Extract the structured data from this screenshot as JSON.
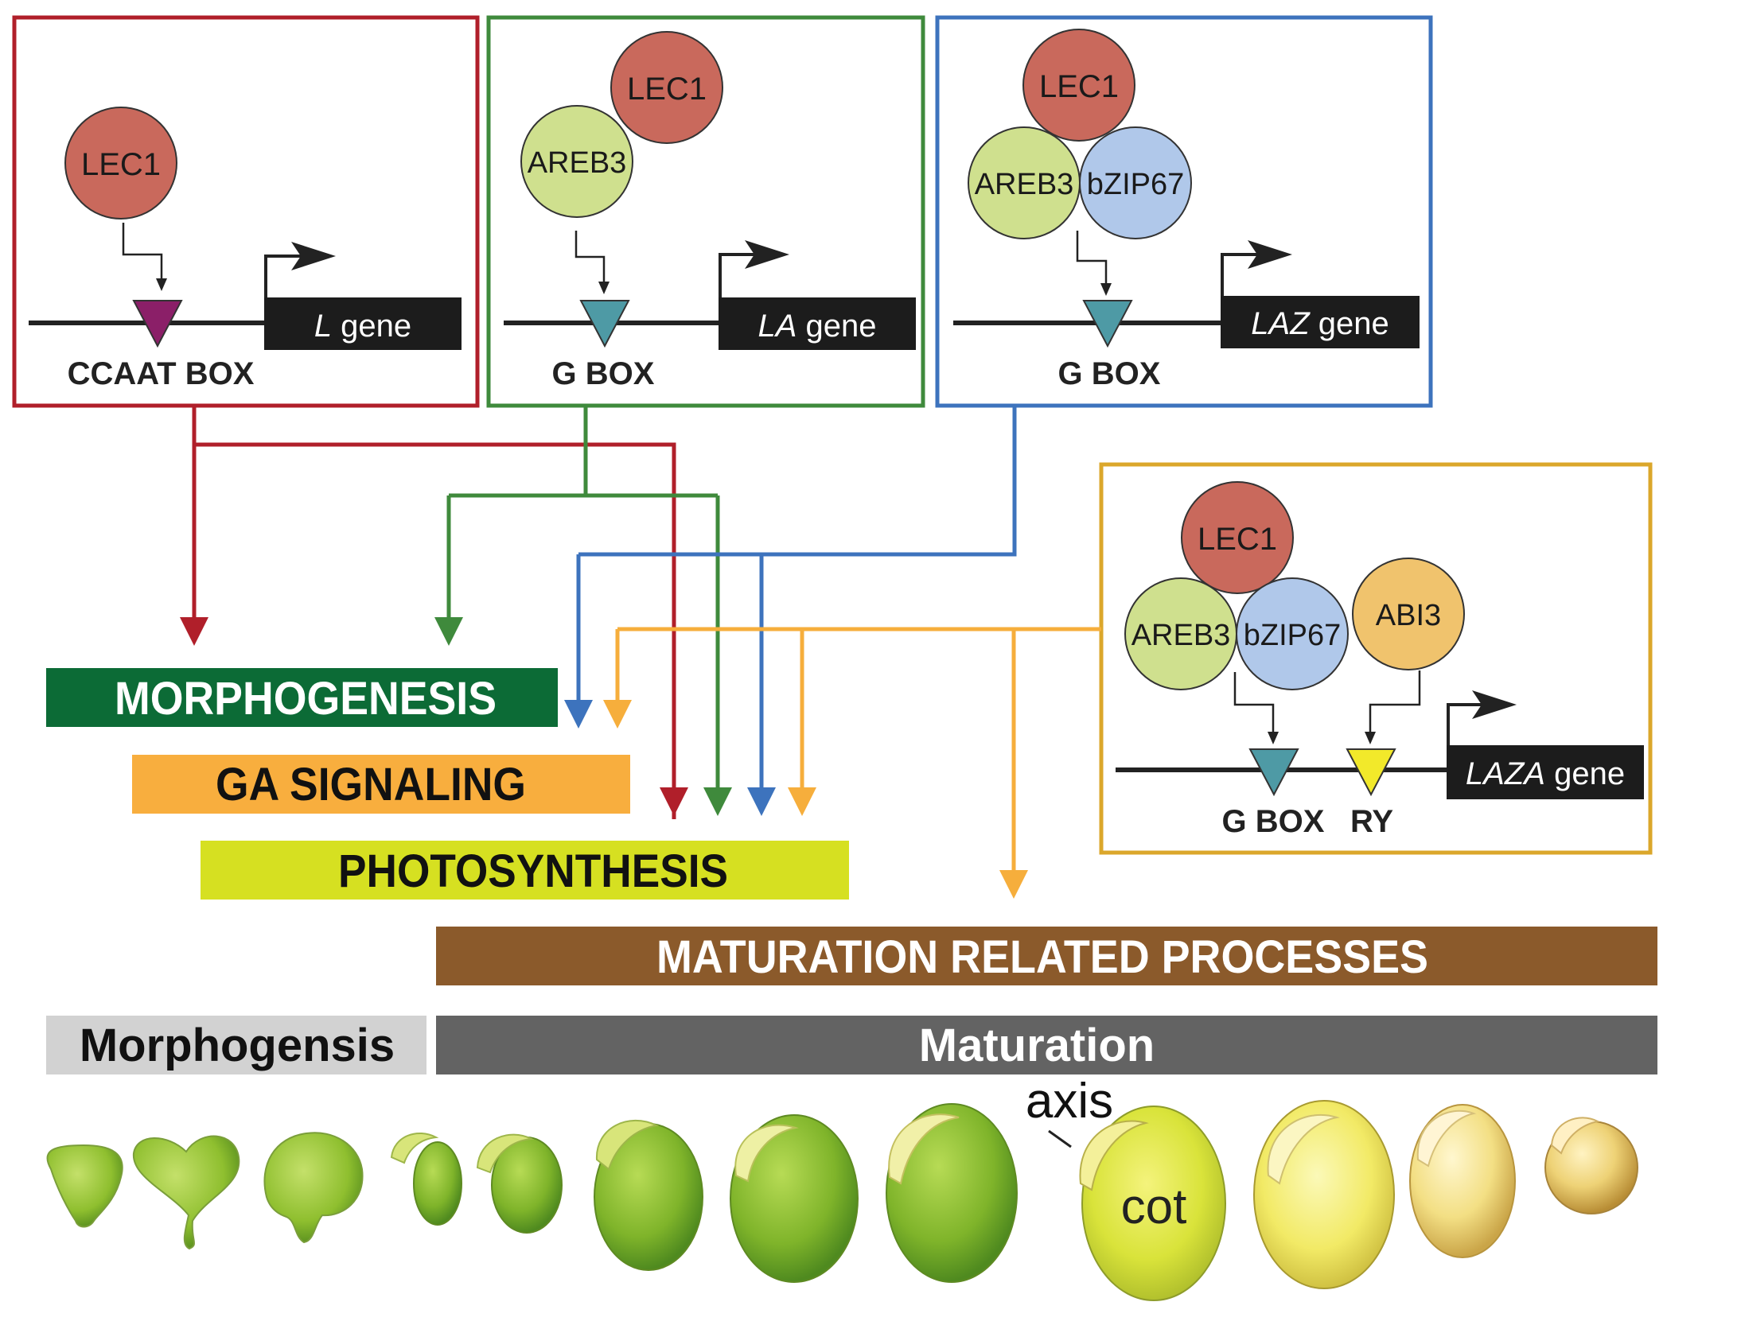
{
  "colors": {
    "red_box": "#b01f2a",
    "green_box": "#3f8a3c",
    "blue_box": "#3d73bd",
    "orange_box": "#dba72b",
    "lec1": "#c9695c",
    "areb3": "#cfe08e",
    "bzip67": "#b0c8ea",
    "abi3": "#f0c36d",
    "ccaat_marker": "#8b1f68",
    "gbox_marker": "#4e9aa5",
    "ry_marker": "#f2e92a",
    "orange_line": "#f6ae3c"
  },
  "modules": {
    "l_gene": {
      "proteins": [
        "LEC1"
      ],
      "element": "CCAAT BOX",
      "gene_italic": "L",
      "gene_suffix": " gene"
    },
    "la_gene": {
      "proteins": [
        "LEC1",
        "AREB3"
      ],
      "element": "G BOX",
      "gene_italic": "LA",
      "gene_suffix": " gene"
    },
    "laz_gene": {
      "proteins": [
        "LEC1",
        "AREB3",
        "bZIP67"
      ],
      "element": "G BOX",
      "gene_italic": "LAZ",
      "gene_suffix": " gene"
    },
    "laza_gene": {
      "proteins": [
        "LEC1",
        "AREB3",
        "bZIP67",
        "ABI3"
      ],
      "element_1": "G BOX",
      "element_2": "RY",
      "gene_italic": "LAZA",
      "gene_suffix": " gene"
    }
  },
  "processes": {
    "morphogenesis": {
      "label": "MORPHOGENESIS",
      "color": "#0c6b36",
      "text_color": "#ffffff"
    },
    "ga_signaling": {
      "label": "GA SIGNALING",
      "color": "#f8ae3e",
      "text_color": "#111111"
    },
    "photosynthesis": {
      "label": "PHOTOSYNTHESIS",
      "color": "#d6e021",
      "text_color": "#111111"
    },
    "maturation_processes": {
      "label": "MATURATION RELATED PROCESSES",
      "color": "#8b5a2b",
      "text_color": "#ffffff"
    }
  },
  "phases": {
    "morphogenesis": {
      "label": "Morphogensis",
      "color": "#d2d2d2"
    },
    "maturation": {
      "label": "Maturation",
      "color": "#636363"
    }
  },
  "embryo_labels": {
    "axis": "axis",
    "cot": "cot"
  }
}
